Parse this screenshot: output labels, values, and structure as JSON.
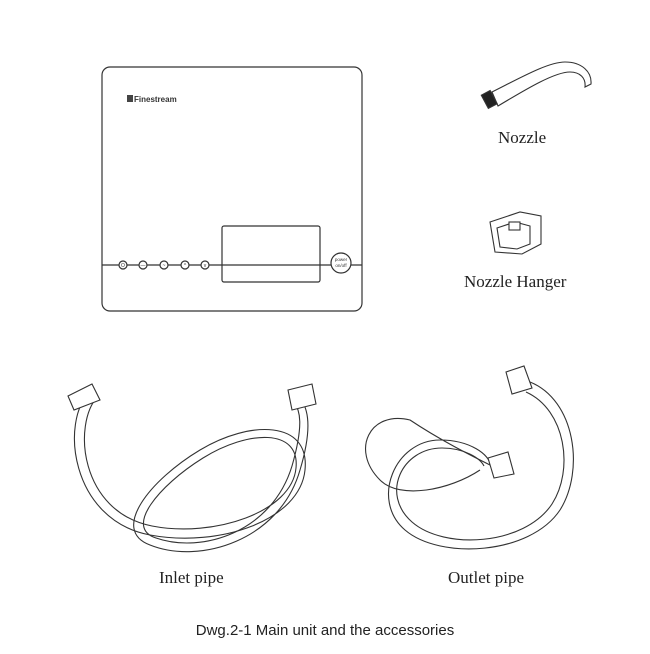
{
  "main_unit": {
    "brand": "Finestream",
    "buttons": [
      "O",
      "—",
      "~",
      "^",
      "v"
    ],
    "power_button_line1": "power",
    "power_button_line2": "on/off"
  },
  "labels": {
    "nozzle": "Nozzle",
    "nozzle_hanger": "Nozzle Hanger",
    "inlet_pipe": "Inlet pipe",
    "outlet_pipe": "Outlet pipe"
  },
  "caption": "Dwg.2-1 Main unit and the accessories"
}
